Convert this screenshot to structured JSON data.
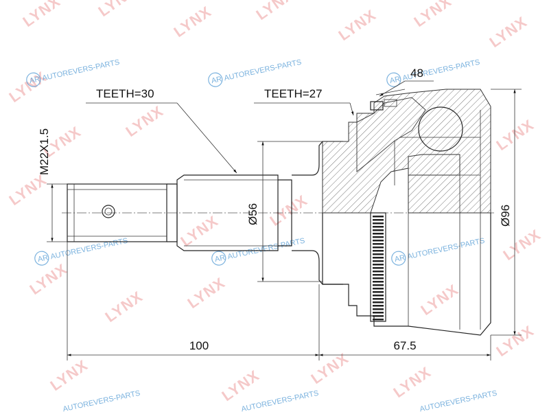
{
  "dimensions": {
    "teeth_outer": "TEETH=30",
    "teeth_inner": "TEETH=27",
    "thread": "M22X1.5",
    "shaft_diameter": "Ø56",
    "housing_diameter": "Ø96",
    "length_shaft": "100",
    "length_housing": "67.5",
    "abs_ring": "48"
  },
  "watermarks": {
    "brand": "LYNX",
    "site": "AUTOREVERS-PARTS",
    "site_logo": "AR"
  },
  "colors": {
    "brand_watermark": "#f2b8b8",
    "site_watermark": "#5a9fd6",
    "line": "#222222"
  }
}
